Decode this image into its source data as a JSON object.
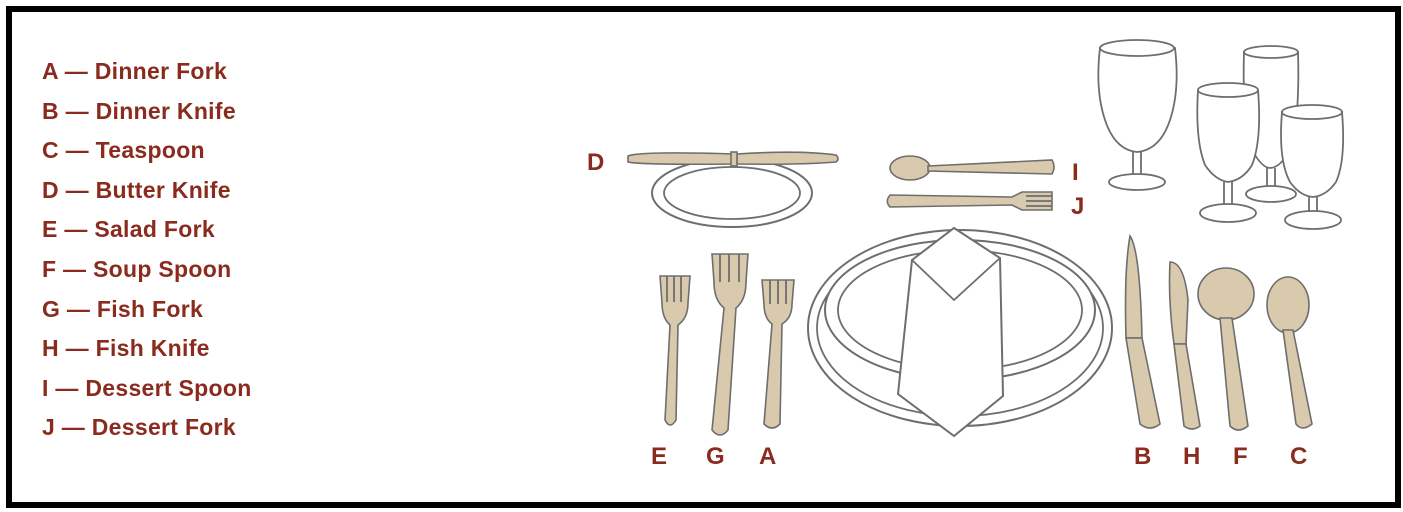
{
  "legend": [
    {
      "letter": "A",
      "name": "Dinner Fork",
      "text": "A — Dinner Fork"
    },
    {
      "letter": "B",
      "name": "Dinner Knife",
      "text": "B — Dinner Knife"
    },
    {
      "letter": "C",
      "name": "Teaspoon",
      "text": "C — Teaspoon"
    },
    {
      "letter": "D",
      "name": "Butter Knife",
      "text": "D — Butter Knife"
    },
    {
      "letter": "E",
      "name": "Salad Fork",
      "text": "E — Salad Fork"
    },
    {
      "letter": "F",
      "name": "Soup Spoon",
      "text": "F — Soup Spoon"
    },
    {
      "letter": "G",
      "name": "Fish Fork",
      "text": "G — Fish Fork"
    },
    {
      "letter": "H",
      "name": "Fish Knife",
      "text": "H — Fish Knife"
    },
    {
      "letter": "I",
      "name": "Dessert Spoon",
      "text": "I — Dessert Spoon"
    },
    {
      "letter": "J",
      "name": "Dessert Fork",
      "text": "J — Dessert Fork"
    }
  ],
  "labels": {
    "d": "D",
    "i": "I",
    "j": "J",
    "e": "E",
    "g": "G",
    "a": "A",
    "b": "B",
    "h": "H",
    "f": "F",
    "c": "C"
  },
  "colors": {
    "label_text": "#8a2b1e",
    "utensil_fill": "#d9c9ad",
    "outline": "#6e6e6e",
    "border": "#000000"
  }
}
